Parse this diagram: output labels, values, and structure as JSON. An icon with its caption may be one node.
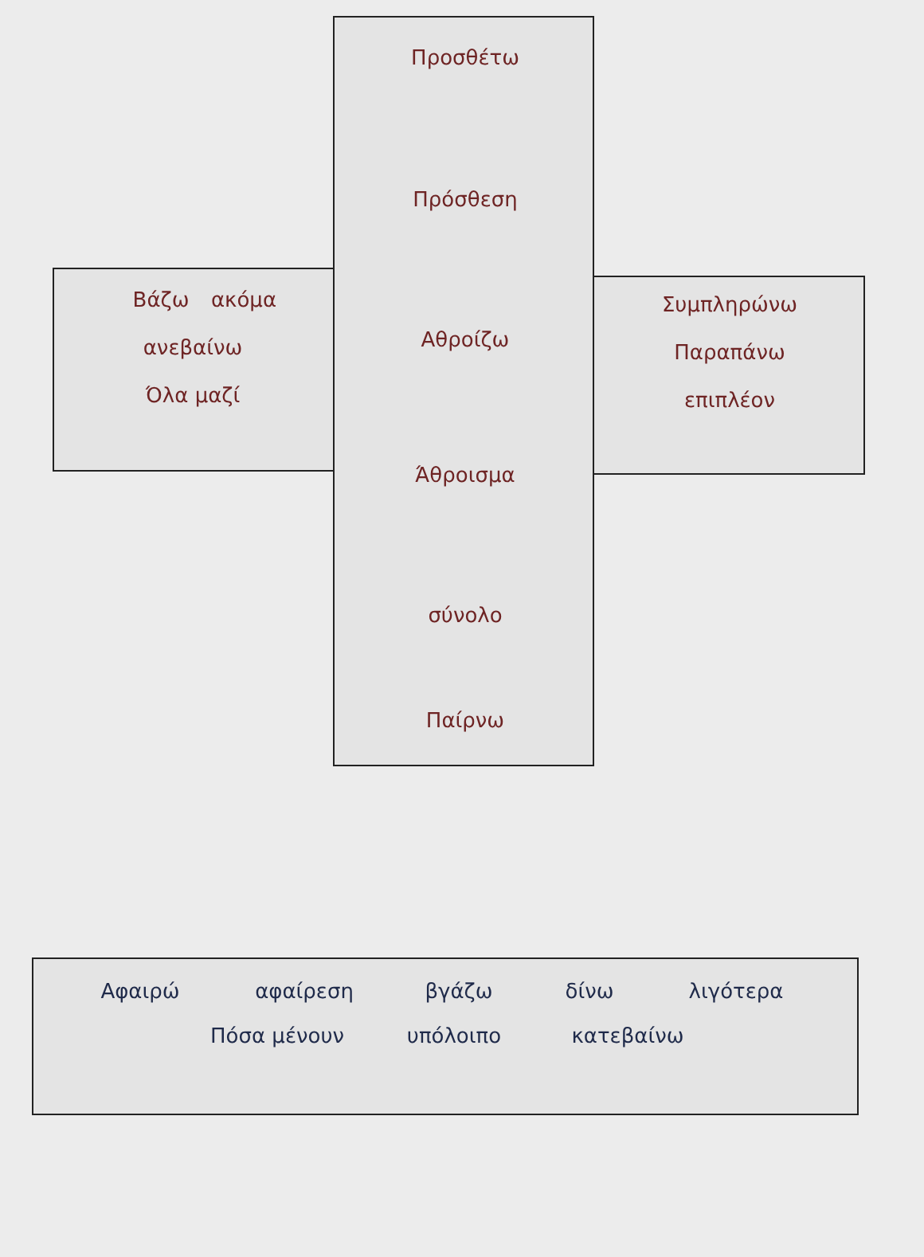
{
  "diagram": {
    "nodes": [
      {
        "text": [
          "Προσθέτω",
          "Πρόσθεση",
          "Αθροίζω",
          "Άθροισμα",
          "σύνολο",
          "Παίρνω"
        ]
      },
      {
        "text": [
          "Βάζω",
          "ακόμα",
          "ανεβαίνω",
          "Όλα μαζί"
        ]
      },
      {
        "text": [
          "Συμπληρώνω",
          "Παραπάνω",
          "επιπλέον"
        ]
      },
      {
        "text": [
          "Αφαιρώ",
          "αφαίρεση",
          "βγάζω",
          "δίνω",
          "λιγότερα",
          "Πόσα μένουν",
          "υπόλοιπο",
          "κατεβαίνω"
        ]
      }
    ]
  }
}
